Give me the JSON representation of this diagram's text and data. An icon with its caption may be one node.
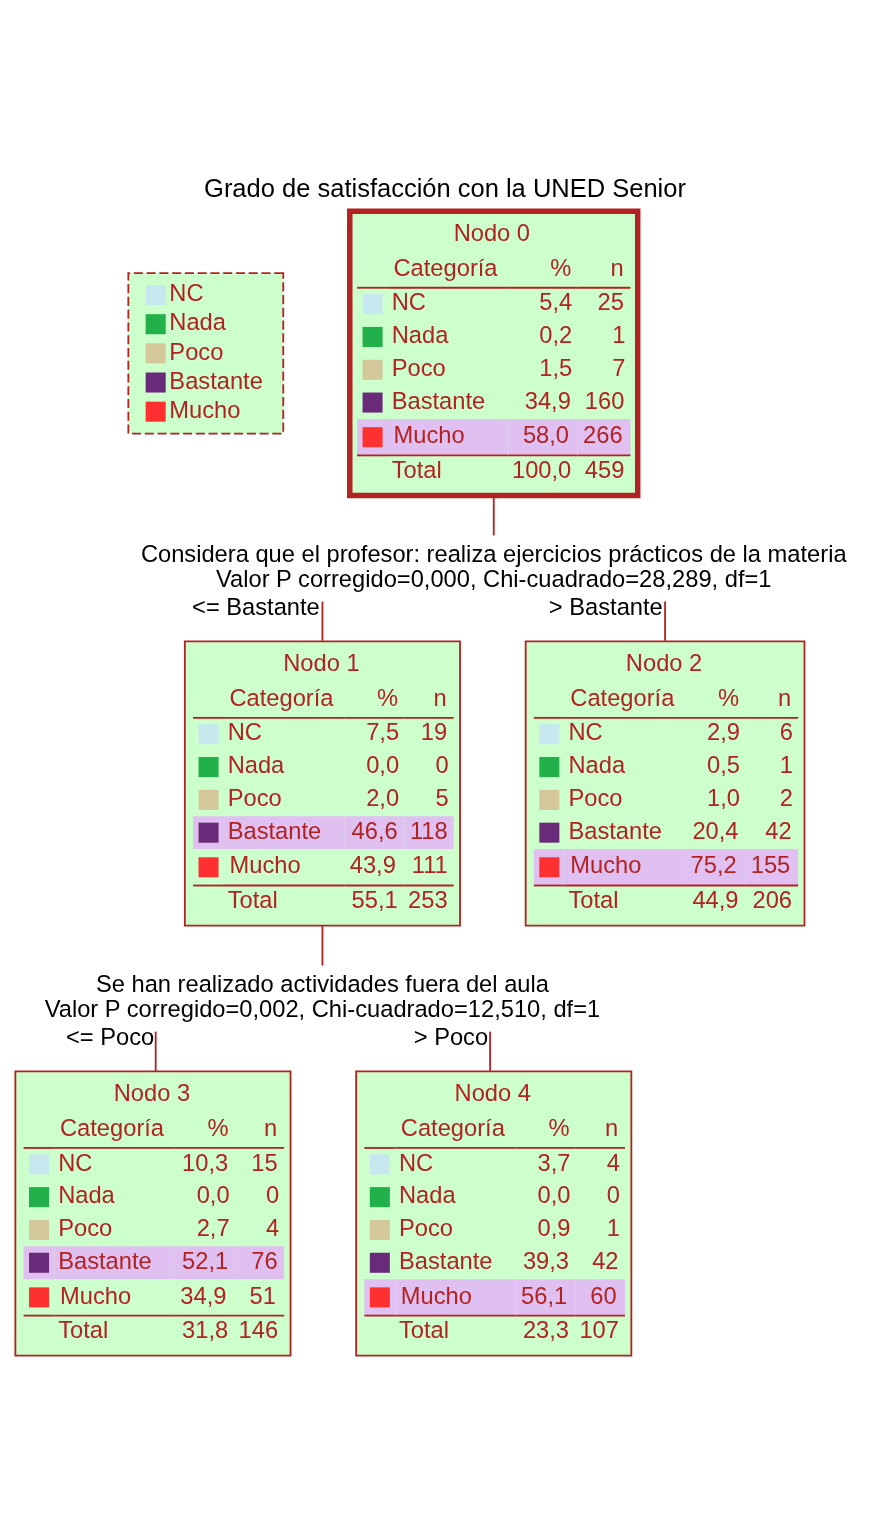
{
  "diagram": {
    "title": "Grado de satisfacción con la UNED Senior",
    "nodes": [
      {
        "text": [
          "Nodo 0",
          "Categoría",
          "%",
          "n",
          "NC",
          "5,4",
          "25",
          "Nada",
          "0,2",
          "1",
          "Poco",
          "1,5",
          "7",
          "Bastante",
          "34,9",
          "160",
          "Mucho",
          "58,0",
          "266",
          "Total",
          "100,0",
          "459"
        ]
      },
      {
        "text": [
          "Considera que el profesor: realiza ejercicios prácticos de la materia",
          "Valor P corregido=0,000, Chi-cuadrado=28,289, df=1"
        ]
      },
      {
        "text": [
          "Nodo 1",
          "Categoría",
          "%",
          "n",
          "NC",
          "7,5",
          "19",
          "Nada",
          "0,0",
          "0",
          "Poco",
          "2,0",
          "5",
          "Bastante",
          "46,6",
          "118",
          "Mucho",
          "43,9",
          "111",
          "Total",
          "55,1",
          "253"
        ]
      },
      {
        "text": [
          "Nodo 2",
          "Categoría",
          "%",
          "n",
          "NC",
          "2,9",
          "6",
          "Nada",
          "0,5",
          "1",
          "Poco",
          "1,0",
          "2",
          "Bastante",
          "20,4",
          "42",
          "Mucho",
          "75,2",
          "155",
          "Total",
          "44,9",
          "206"
        ]
      },
      {
        "text": [
          "Se han realizado actividades fuera del aula",
          "Valor P corregido=0,002, Chi-cuadrado=12,510, df=1"
        ]
      },
      {
        "text": [
          "Nodo 3",
          "Categoría",
          "%",
          "n",
          "NC",
          "10,3",
          "15",
          "Nada",
          "0,0",
          "0",
          "Poco",
          "2,7",
          "4",
          "Bastante",
          "52,1",
          "76",
          "Mucho",
          "34,9",
          "51",
          "Total",
          "31,8",
          "146"
        ]
      },
      {
        "text": [
          "Nodo 4",
          "Categoría",
          "%",
          "n",
          "NC",
          "3,7",
          "4",
          "Nada",
          "0,0",
          "0",
          "Poco",
          "0,9",
          "1",
          "Bastante",
          "39,3",
          "42",
          "Mucho",
          "56,1",
          "60",
          "Total",
          "23,3",
          "107"
        ]
      }
    ],
    "edges": [
      {
        "from": 0,
        "to": 1,
        "arrow": "none"
      },
      {
        "from": 1,
        "to": 2,
        "arrow": "none",
        "label": "<= Bastante"
      },
      {
        "from": 1,
        "to": 3,
        "arrow": "none",
        "label": "> Bastante"
      },
      {
        "from": 2,
        "to": 4,
        "arrow": "none"
      },
      {
        "from": 4,
        "to": 5,
        "arrow": "none",
        "label": "<= Poco"
      },
      {
        "from": 4,
        "to": 6,
        "arrow": "none",
        "label": "> Poco"
      }
    ],
    "legend": [
      {
        "text": "NC",
        "color": "#c8e8f0"
      },
      {
        "text": "Nada",
        "color": "#22b04a"
      },
      {
        "text": "Poco",
        "color": "#d4c89a"
      },
      {
        "text": "Bastante",
        "color": "#6a2a7a"
      },
      {
        "text": "Mucho",
        "color": "#ff3030"
      }
    ]
  }
}
